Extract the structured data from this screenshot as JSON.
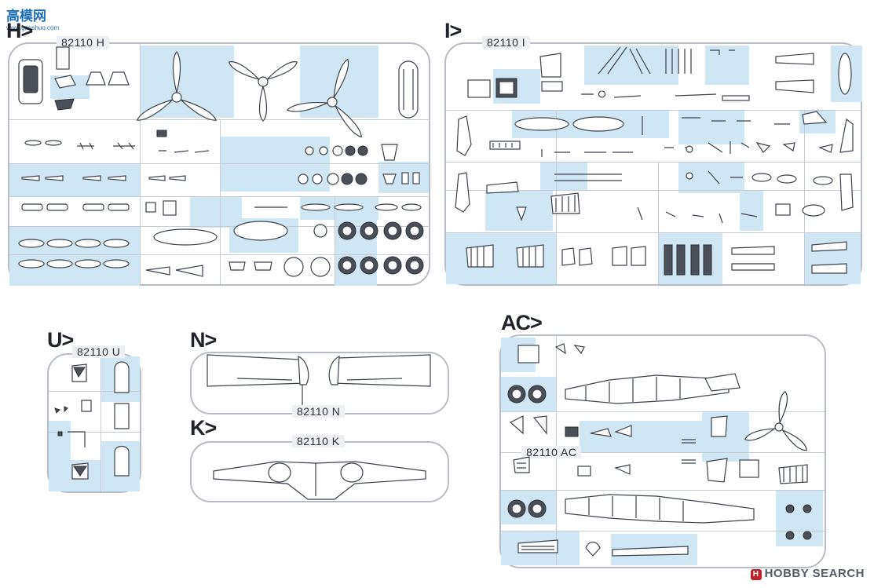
{
  "watermark": {
    "site": "高模网",
    "site_sub": "www.gaoshuo.com"
  },
  "sprues": {
    "H": {
      "letter": "H>",
      "code": "82110 H"
    },
    "I": {
      "letter": "I>",
      "code": "82110 I"
    },
    "U": {
      "letter": "U>",
      "code": "82110 U"
    },
    "N": {
      "letter": "N>",
      "code": "82110 N"
    },
    "K": {
      "letter": "K>",
      "code": "82110 K"
    },
    "AC": {
      "letter": "AC>",
      "code": "82110 AC"
    }
  },
  "branding": {
    "text": "HOBBY SEARCH",
    "mark": "H"
  },
  "colors": {
    "part_fill_highlight": "#cfe6f5",
    "frame": "#b8bcc4",
    "ink": "#3c414b"
  }
}
